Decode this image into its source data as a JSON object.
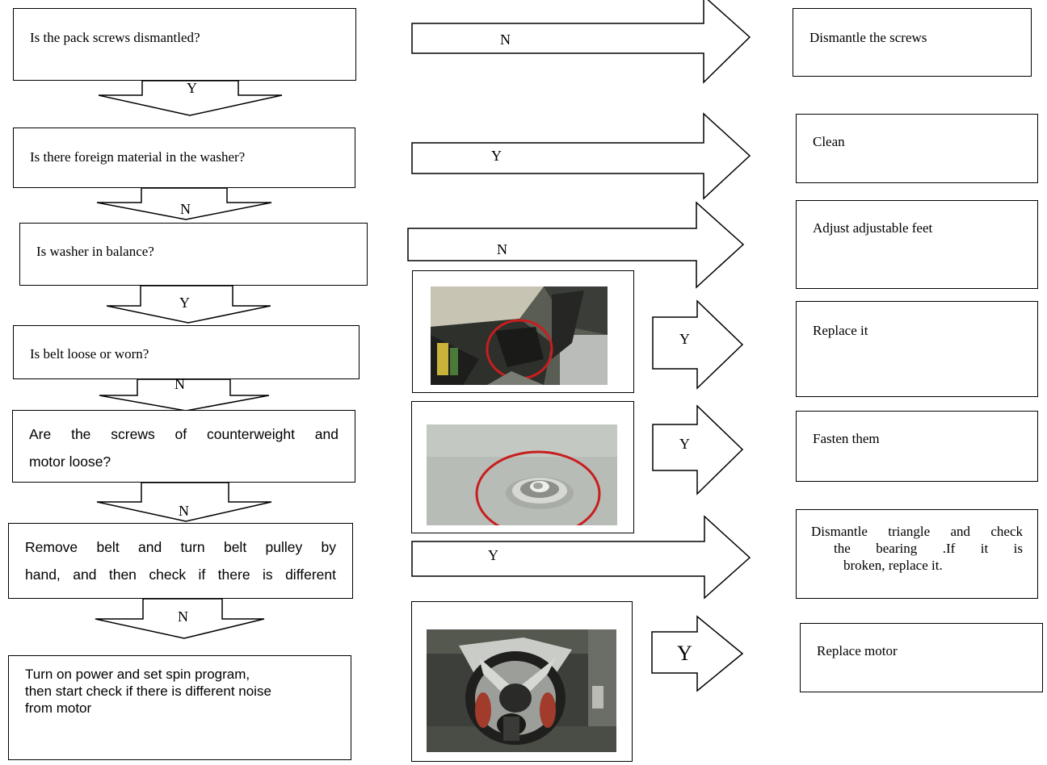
{
  "questions": {
    "q1": "Is the pack screws dismantled?",
    "q2": "Is there foreign material in the washer?",
    "q3": "Is washer in balance?",
    "q4": "Is belt loose or worn?",
    "q5_line1": "Are the screws of counterweight and",
    "q5_line2": "motor loose?",
    "q6_line1": "Remove belt and turn belt pulley by",
    "q6_line2": "hand, and then check if there is different",
    "q7_line1": "Turn on power and set spin program,",
    "q7_line2": "then start  check if there is different noise",
    "q7_line3": "from motor"
  },
  "down_labels": [
    "Y",
    "N",
    "Y",
    "N",
    "N",
    "N"
  ],
  "side_labels": [
    "N",
    "Y",
    "N",
    "Y",
    "Y",
    "Y",
    "Y"
  ],
  "results": {
    "r1": "Dismantle the screws",
    "r2": "Clean",
    "r3": "Adjust adjustable feet",
    "r4": "Replace it",
    "r5": "Fasten them",
    "r6_line1": "Dismantle triangle and check",
    "r6_line2": "the  bearing  .If  it  is",
    "r6_line3": "broken, replace it.",
    "r7": "Replace motor"
  },
  "photos": [
    "belt-photo",
    "counterweight-screw-photo",
    "motor-photo"
  ]
}
